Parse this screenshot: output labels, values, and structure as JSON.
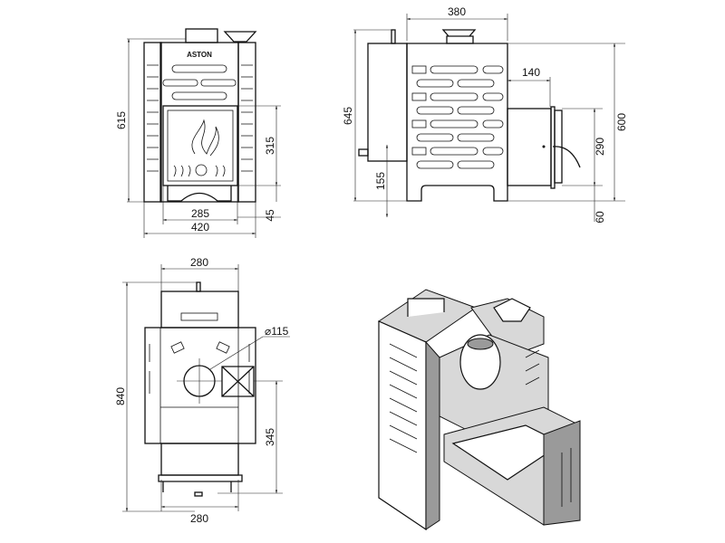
{
  "logo": "ASTON",
  "front_view": {
    "height_label": "615",
    "door_height_label": "315",
    "leg_height_label": "45",
    "door_width_label": "285",
    "width_label": "420"
  },
  "side_view": {
    "depth_label": "380",
    "firebox_ext_label": "140",
    "total_height_label": "645",
    "body_height_label": "600",
    "door_height_label": "290",
    "tank_offset_label": "155",
    "door_bottom_label": "60"
  },
  "top_view": {
    "top_width_label": "280",
    "chimney_diameter_label": "⌀115",
    "total_length_label": "840",
    "chimney_offset_label": "345",
    "bottom_width_label": "280"
  }
}
